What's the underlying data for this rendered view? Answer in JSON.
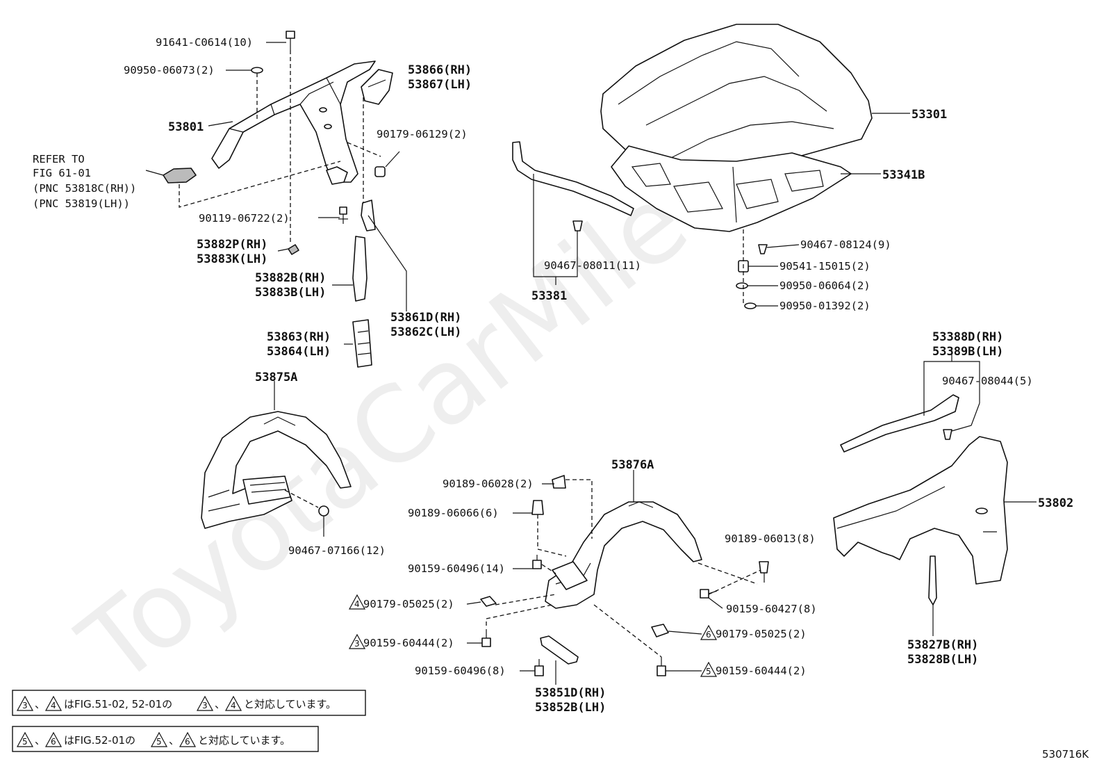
{
  "watermark": "ToyotaCarMile.ru",
  "figure_id": "530716K",
  "refer": {
    "line1": "REFER TO",
    "line2": "FIG 61-01",
    "line3": "(PNC 53818C(RH))",
    "line4": "(PNC 53819(LH))"
  },
  "labels": {
    "p91641": "91641-C0614(10)",
    "p90950a": "90950-06073(2)",
    "p53866": "53866(RH)",
    "p53867": "53867(LH)",
    "p53801": "53801",
    "p90179a": "90179-06129(2)",
    "p90119": "90119-06722(2)",
    "p53882P": "53882P(RH)",
    "p53883K": "53883K(LH)",
    "p53882B": "53882B(RH)",
    "p53883B": "53883B(LH)",
    "p53861D": "53861D(RH)",
    "p53862C": "53862C(LH)",
    "p53863": "53863(RH)",
    "p53864": "53864(LH)",
    "p53875A": "53875A",
    "p90467a": "90467-07166(12)",
    "p53301": "53301",
    "p53341B": "53341B",
    "p90467b": "90467-08011(11)",
    "p53381": "53381",
    "p90467c": "90467-08124(9)",
    "p90541": "90541-15015(2)",
    "p90950b": "90950-06064(2)",
    "p90950c": "90950-01392(2)",
    "p53388D": "53388D(RH)",
    "p53389B": "53389B(LH)",
    "p90467d": "90467-08044(5)",
    "p53802": "53802",
    "p53827B": "53827B(RH)",
    "p53828B": "53828B(LH)",
    "p53876A": "53876A",
    "p90189a": "90189-06028(2)",
    "p90189b": "90189-06066(6)",
    "p90159a": "90159-60496(14)",
    "p90179b": "90179-05025(2)",
    "p90159b": "90159-60444(2)",
    "p90159c": "90159-60496(8)",
    "p53851D": "53851D(RH)",
    "p53852B": "53852B(LH)",
    "p90189c": "90189-06013(8)",
    "p90159d": "90159-60427(8)",
    "p90179c": "90179-05025(2)",
    "p90159e": "90159-60444(2)"
  },
  "triangles": {
    "t3": "3",
    "t4": "4",
    "t5": "5",
    "t6": "6"
  },
  "notes": {
    "note1": "はFIG.51-02, 52-01の",
    "note1_end": "と対応しています。",
    "note2": "はFIG.52-01の",
    "note2_end": "と対応しています。",
    "sep": "、"
  }
}
